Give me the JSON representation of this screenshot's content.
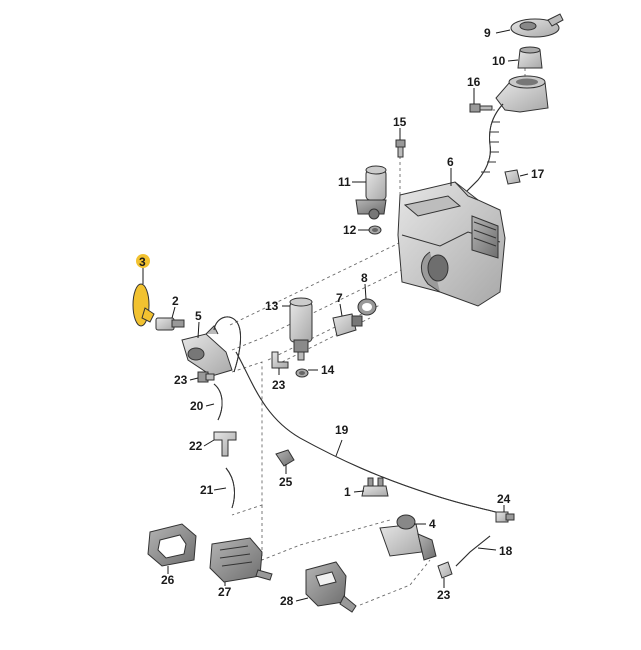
{
  "diagram": {
    "callouts": [
      {
        "id": "c9",
        "label": "9"
      },
      {
        "id": "c10",
        "label": "10"
      },
      {
        "id": "c16",
        "label": "16"
      },
      {
        "id": "c15",
        "label": "15"
      },
      {
        "id": "c6",
        "label": "6"
      },
      {
        "id": "c17",
        "label": "17"
      },
      {
        "id": "c11",
        "label": "11"
      },
      {
        "id": "c12",
        "label": "12"
      },
      {
        "id": "c3",
        "label": "3",
        "highlight": true
      },
      {
        "id": "c8",
        "label": "8"
      },
      {
        "id": "c2",
        "label": "2"
      },
      {
        "id": "c13",
        "label": "13"
      },
      {
        "id": "c7",
        "label": "7"
      },
      {
        "id": "c5",
        "label": "5"
      },
      {
        "id": "c14",
        "label": "14"
      },
      {
        "id": "c23a",
        "label": "23"
      },
      {
        "id": "c23b",
        "label": "23"
      },
      {
        "id": "c20",
        "label": "20"
      },
      {
        "id": "c19",
        "label": "19"
      },
      {
        "id": "c22",
        "label": "22"
      },
      {
        "id": "c25",
        "label": "25"
      },
      {
        "id": "c21",
        "label": "21"
      },
      {
        "id": "c1",
        "label": "1"
      },
      {
        "id": "c24",
        "label": "24"
      },
      {
        "id": "c4",
        "label": "4"
      },
      {
        "id": "c18",
        "label": "18"
      },
      {
        "id": "c26",
        "label": "26"
      },
      {
        "id": "c27",
        "label": "27"
      },
      {
        "id": "c28",
        "label": "28"
      },
      {
        "id": "c23c",
        "label": "23"
      }
    ],
    "colors": {
      "highlight": "#f2c230",
      "part_fill": "#d4d4d4",
      "part_dark": "#8c8c8c",
      "line": "#1a1a1a"
    }
  }
}
